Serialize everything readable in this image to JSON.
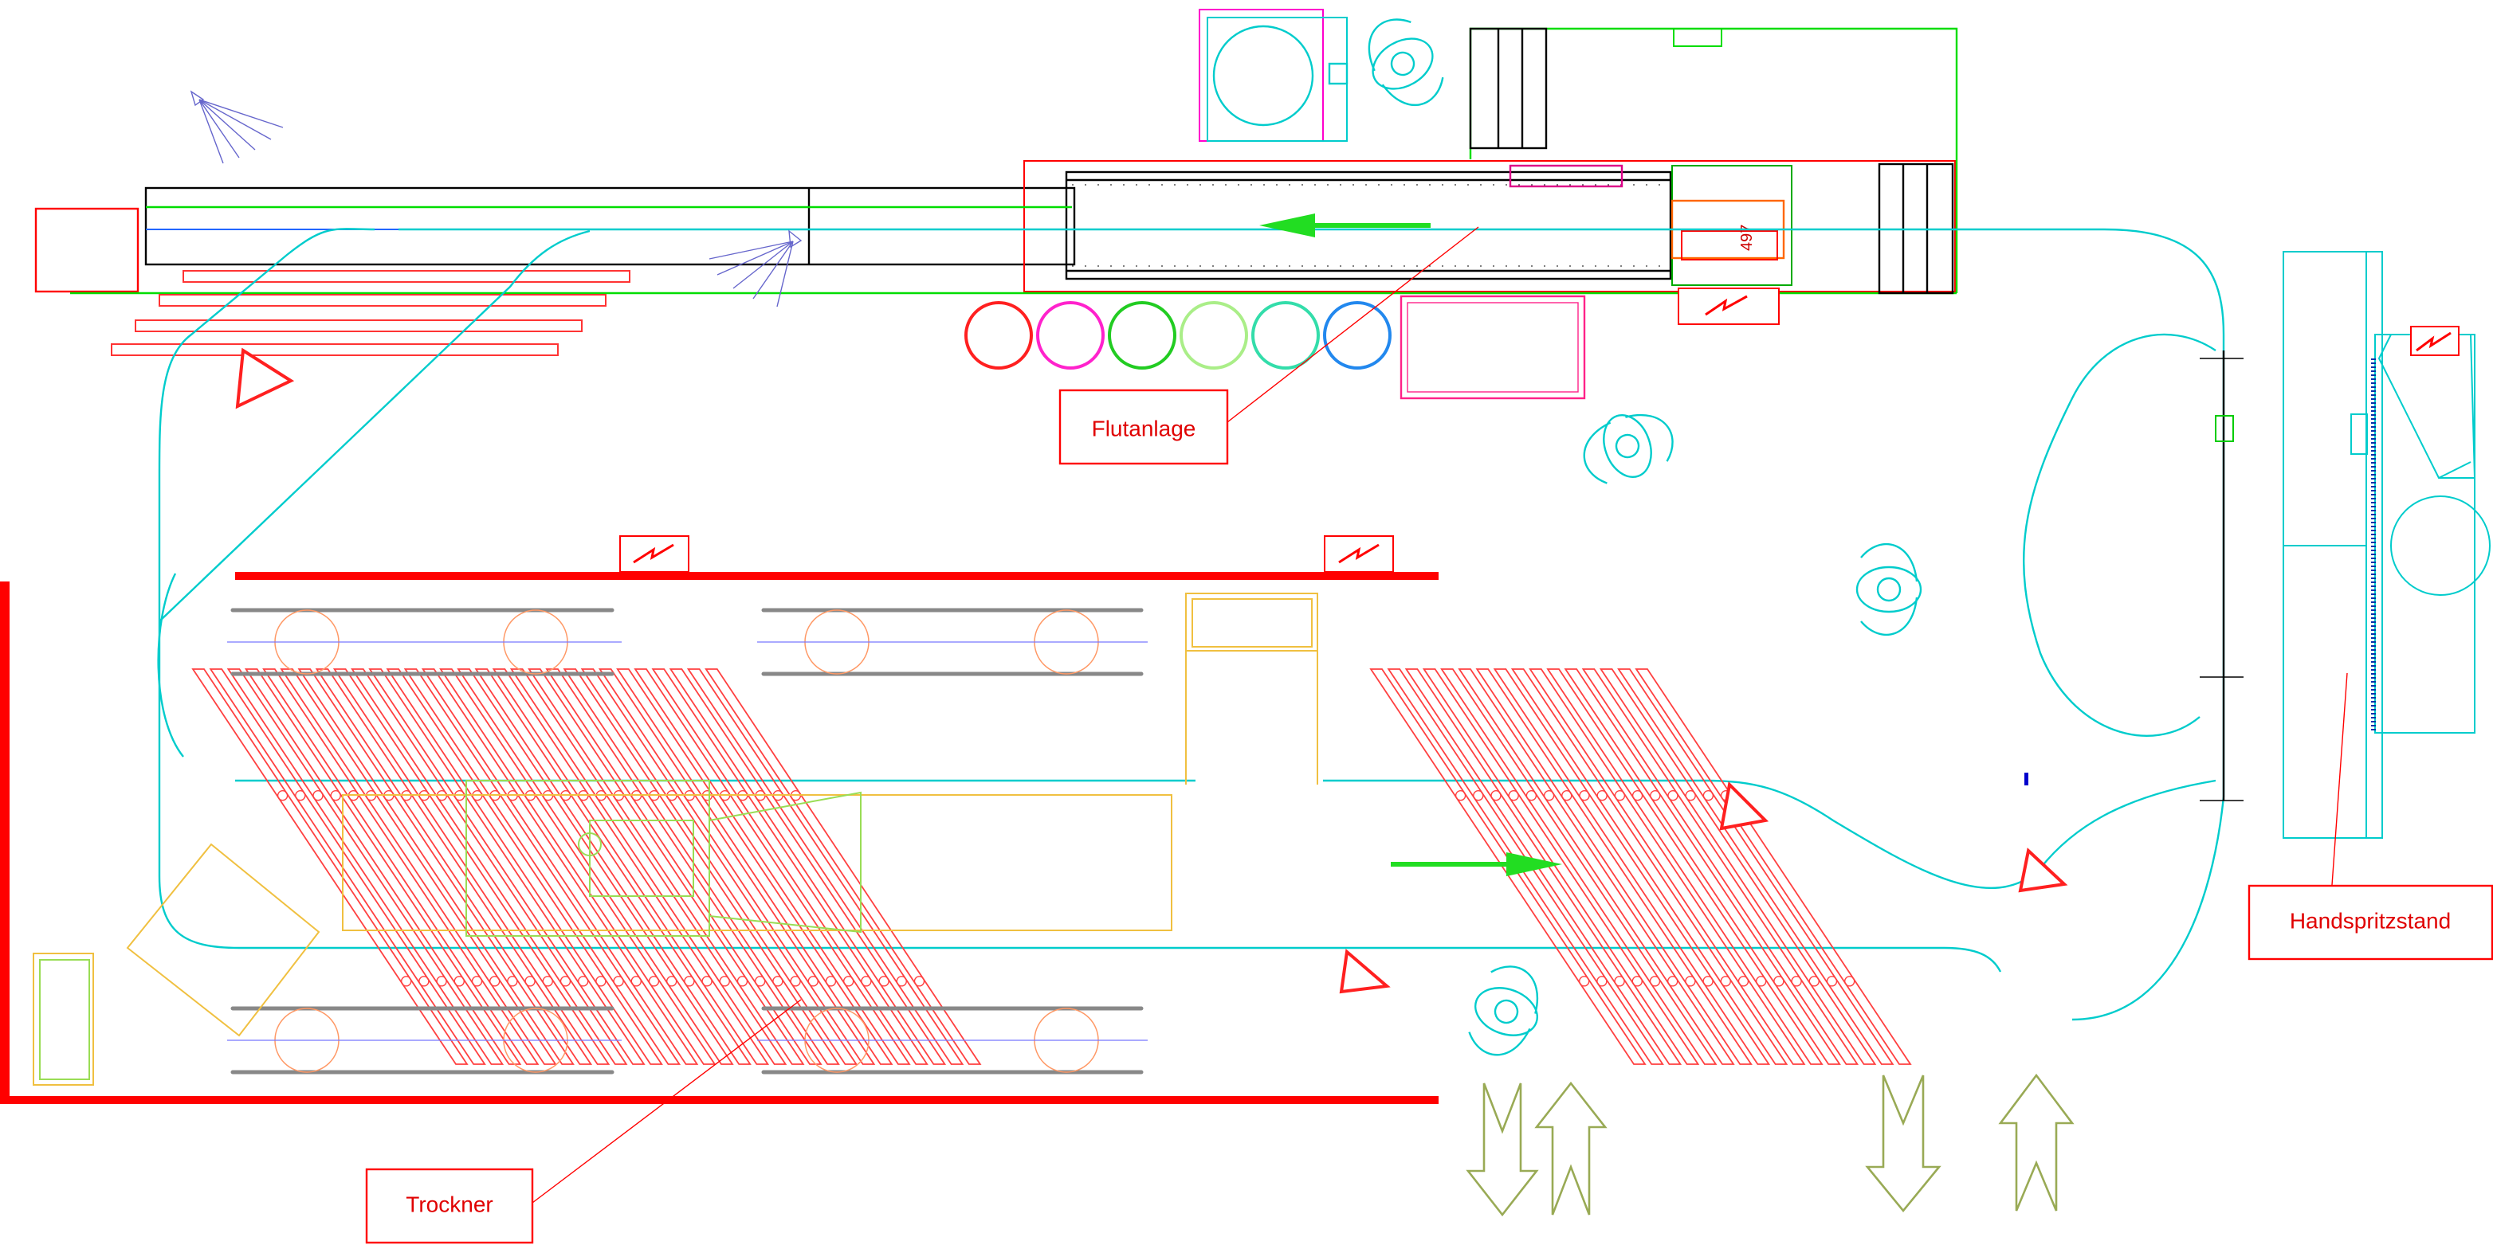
{
  "labels": {
    "flutanlage": "Flutanlage",
    "trockner": "Trockner",
    "handspritzstand": "Handspritzstand"
  },
  "dimension_text": "497",
  "colors": {
    "conveyor": "#00cccc",
    "dryer_slats": "#ff4040",
    "walls": "#ff0000",
    "flow_arrow": "#22dd22",
    "traffic_arrows": "#99aa55",
    "enclosure": "#00dd00",
    "booth": "#00cccc",
    "flood_unit": "#000000",
    "dryer_unit": "#f0c040"
  },
  "paint_drums": [
    "#ff2020",
    "#ff22cc",
    "#22cc22",
    "#aaee88",
    "#33ddaa",
    "#2288ee"
  ],
  "icons": [
    "worker-icon",
    "warning-triangle-icon",
    "high-voltage-icon",
    "spray-nozzle-icon",
    "flow-arrow-icon",
    "traffic-arrow-icon"
  ]
}
